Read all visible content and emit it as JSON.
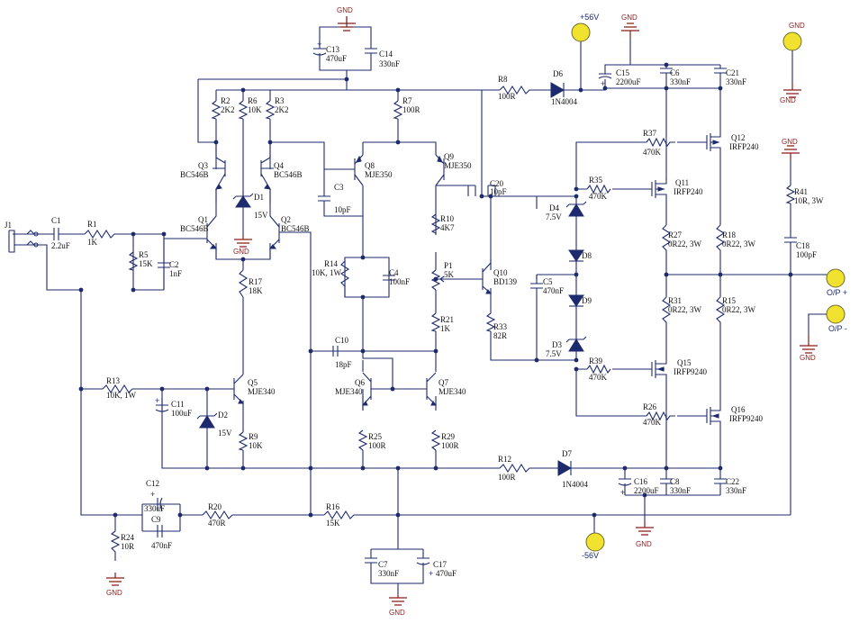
{
  "components": {
    "J1": {
      "label": "J1"
    },
    "C1": {
      "label": "C1",
      "value": "2.2uF"
    },
    "R1": {
      "label": "R1",
      "value": "1K"
    },
    "R5": {
      "label": "R5",
      "value": "15K"
    },
    "C2": {
      "label": "C2",
      "value": "1nF"
    },
    "R2": {
      "label": "R2",
      "value": "2K2"
    },
    "R6": {
      "label": "R6",
      "value": "10K"
    },
    "R3": {
      "label": "R3",
      "value": "2K2"
    },
    "R7": {
      "label": "R7",
      "value": "100R"
    },
    "Q3": {
      "label": "Q3",
      "value": "BC546B"
    },
    "Q4": {
      "label": "Q4",
      "value": "BC546B"
    },
    "Q1": {
      "label": "Q1",
      "value": "BC546B"
    },
    "Q2": {
      "label": "Q2",
      "value": "BC546B"
    },
    "D1": {
      "label": "D1",
      "value": "15V"
    },
    "Q8": {
      "label": "Q8",
      "value": "MJE350"
    },
    "Q9": {
      "label": "Q9",
      "value": "MJE350"
    },
    "C3": {
      "label": "C3",
      "value": "10pF"
    },
    "C20": {
      "label": "C20",
      "value": "10pF"
    },
    "R10": {
      "label": "R10",
      "value": "4K7"
    },
    "P1": {
      "label": "P1",
      "value": "5K"
    },
    "Q10": {
      "label": "Q10",
      "value": "BD139"
    },
    "R14": {
      "label": "R14",
      "value": "10K, 1W"
    },
    "C4": {
      "label": "C4",
      "value": "100nF"
    },
    "R17": {
      "label": "R17",
      "value": "18K"
    },
    "R21": {
      "label": "R21",
      "value": "1K"
    },
    "R33": {
      "label": "R33",
      "value": "82R"
    },
    "C5": {
      "label": "C5",
      "value": "470nF"
    },
    "C10": {
      "label": "C10",
      "value": "18pF"
    },
    "Q6": {
      "label": "Q6",
      "value": "MJE340"
    },
    "Q7": {
      "label": "Q7",
      "value": "MJE340"
    },
    "R13": {
      "label": "R13",
      "value": "10K, 1W"
    },
    "C11": {
      "label": "C11",
      "value": "100uF"
    },
    "D2": {
      "label": "D2",
      "value": "15V"
    },
    "Q5": {
      "label": "Q5",
      "value": "MJE340"
    },
    "R9": {
      "label": "R9",
      "value": "10K"
    },
    "R25": {
      "label": "R25",
      "value": "100R"
    },
    "R29": {
      "label": "R29",
      "value": "100R"
    },
    "C12": {
      "label": "C12",
      "value": "330uF"
    },
    "C9": {
      "label": "C9",
      "value": "470nF"
    },
    "R20": {
      "label": "R20",
      "value": "470R"
    },
    "R16": {
      "label": "R16",
      "value": "15K"
    },
    "R24": {
      "label": "R24",
      "value": "10R"
    },
    "C7": {
      "label": "C7",
      "value": "330nF"
    },
    "C17": {
      "label": "C17",
      "value": "470uF"
    },
    "C13": {
      "label": "C13",
      "value": "470uF"
    },
    "C14": {
      "label": "C14",
      "value": "330nF"
    },
    "R8": {
      "label": "R8",
      "value": "100R"
    },
    "D6": {
      "label": "D6",
      "value": "1N4004"
    },
    "C15": {
      "label": "C15",
      "value": "2200uF"
    },
    "C6": {
      "label": "C6",
      "value": "330nF"
    },
    "C21": {
      "label": "C21",
      "value": "330nF"
    },
    "R37": {
      "label": "R37",
      "value": "470K"
    },
    "Q12": {
      "label": "Q12",
      "value": "IRFP240"
    },
    "R35": {
      "label": "R35",
      "value": "470K"
    },
    "Q11": {
      "label": "Q11",
      "value": "IRFP240"
    },
    "D4": {
      "label": "D4",
      "value": "7.5V"
    },
    "D8": {
      "label": "D8",
      "value": ""
    },
    "D9": {
      "label": "D9",
      "value": ""
    },
    "D3": {
      "label": "D3",
      "value": "7.5V"
    },
    "R27": {
      "label": "R27",
      "value": "0R22, 3W"
    },
    "R18": {
      "label": "R18",
      "value": "0R22, 3W"
    },
    "R31": {
      "label": "R31",
      "value": "0R22, 3W"
    },
    "R15": {
      "label": "R15",
      "value": "0R22, 3W"
    },
    "R39": {
      "label": "R39",
      "value": "470K"
    },
    "Q15": {
      "label": "Q15",
      "value": "IRFP9240"
    },
    "R26": {
      "label": "R26",
      "value": "470K"
    },
    "Q16": {
      "label": "Q16",
      "value": "IRFP9240"
    },
    "R41": {
      "label": "R41",
      "value": "10R, 3W"
    },
    "C18": {
      "label": "C18",
      "value": "100pF"
    },
    "R12": {
      "label": "R12",
      "value": "100R"
    },
    "D7": {
      "label": "D7",
      "value": "1N4004"
    },
    "C16": {
      "label": "C16",
      "value": "2200uF"
    },
    "C8": {
      "label": "C8",
      "value": "330nF"
    },
    "C22": {
      "label": "C22",
      "value": "330nF"
    }
  },
  "rails": {
    "pos": "+56V",
    "neg": "-56V",
    "out_pos": "O/P +",
    "out_neg": "O/P -"
  },
  "ground_label": "GND",
  "colors": {
    "wire": "#1e2a6e",
    "ground": "#8b1a1a",
    "terminal": "#f2e230"
  }
}
